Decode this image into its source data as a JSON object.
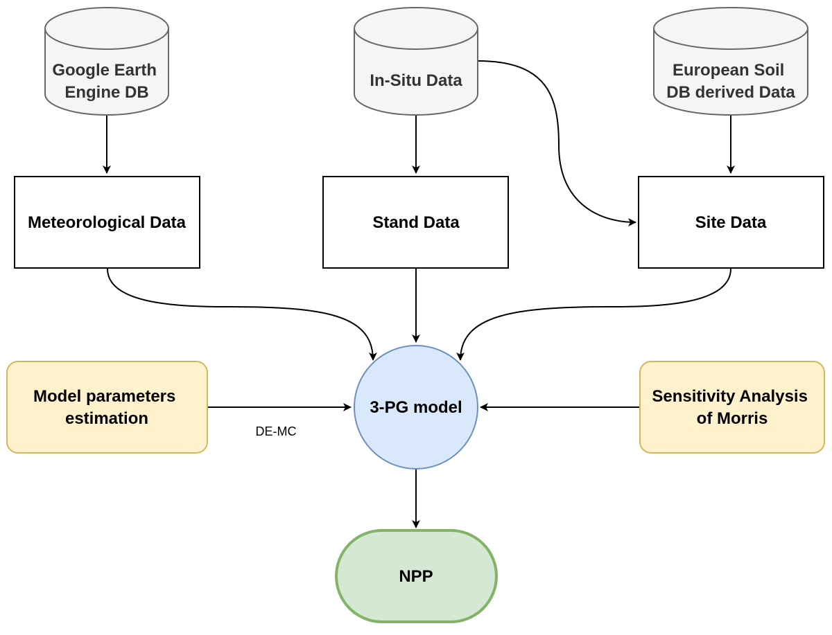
{
  "colors": {
    "database_fill": "#f5f5f5",
    "database_stroke": "#666666",
    "process_fill": "#ffffff",
    "process_stroke": "#000000",
    "input_fill": "#fff2cc",
    "input_stroke": "#d6b656",
    "model_fill": "#dae8fc",
    "model_stroke": "#6c8ebf",
    "output_fill": "#d5e8d4",
    "output_stroke": "#82b366"
  },
  "databases": {
    "gee": [
      "Google Earth",
      "Engine DB"
    ],
    "insitu": [
      "In-Situ Data"
    ],
    "esdb": [
      "European Soil",
      "DB derived Data"
    ]
  },
  "boxes": {
    "meteo": "Meteorological Data",
    "stand": "Stand Data",
    "site": "Site Data"
  },
  "inputs": {
    "params": [
      "Model parameters",
      "estimation"
    ],
    "sensitivity": [
      "Sensitivity Analysis",
      "of Morris"
    ]
  },
  "model": "3-PG model",
  "output": "NPP",
  "edge_labels": {
    "demc": "DE-MC"
  }
}
